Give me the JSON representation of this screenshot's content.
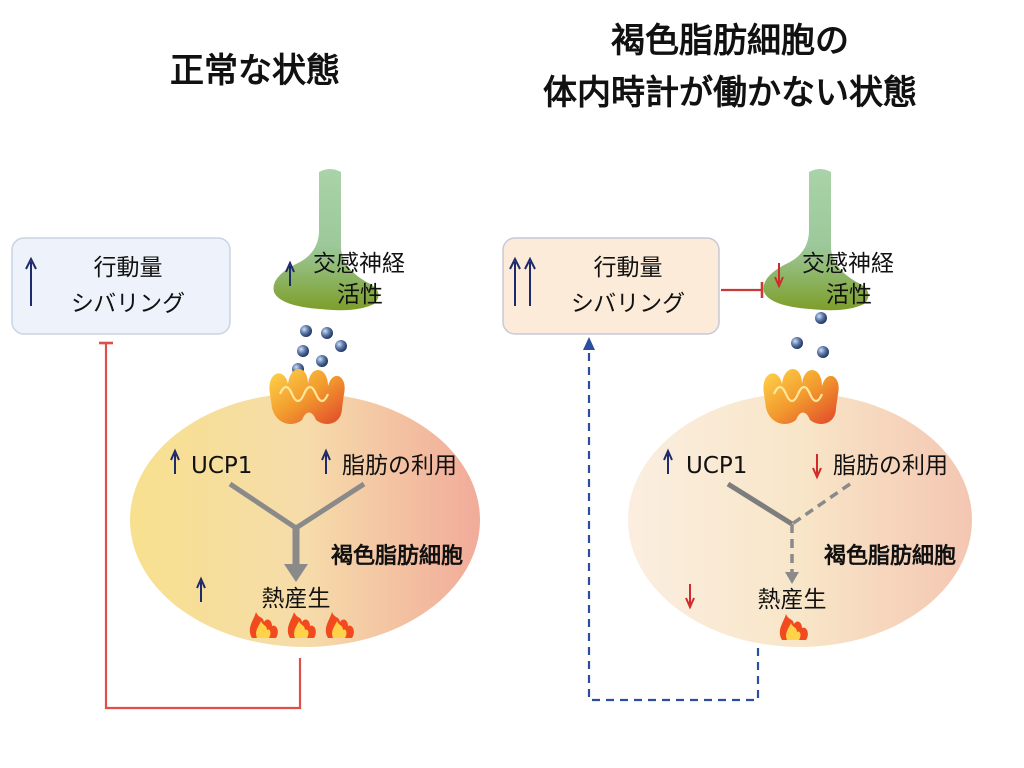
{
  "colors": {
    "up_arrow": "#1f2a6a",
    "down_arrow": "#d22a2a",
    "inhibit_line": "#e0504a",
    "dashed_feedback": "#2a4fa0",
    "normal_box_fill": "#eef3fb",
    "mutant_box_fill": "#fcebd8",
    "nerve_top": "#9cc89a",
    "nerve_bottom": "#8aa832",
    "cell_fill_left": "#f7e7a2",
    "cell_fill_right": "#f3b6a2",
    "pathway_line": "#8a8a8a"
  },
  "left_panel": {
    "title": "正常な状態",
    "box": {
      "line1": "行動量",
      "line2": "シバリング",
      "arrow_icon": "up-arrow"
    },
    "nerve": {
      "line1": "交感神経",
      "line2": "活性",
      "arrow_icon": "up-arrow"
    },
    "cell": {
      "ucp1": "UCP1",
      "ucp1_arrow_icon": "up-arrow",
      "fat_use": "脂肪の利用",
      "fat_use_arrow_icon": "up-arrow",
      "cell_name": "褐色脂肪細胞",
      "heat": "熱産生",
      "heat_arrow_icon": "up-arrow",
      "flame_count": 3
    }
  },
  "right_panel": {
    "title_line1": "褐色脂肪細胞の",
    "title_line2": "体内時計が働かない状態",
    "box": {
      "line1": "行動量",
      "line2": "シバリング",
      "arrow_icon": "double-up-arrow"
    },
    "nerve": {
      "line1": "交感神経",
      "line2": "活性",
      "arrow_icon": "down-arrow"
    },
    "cell": {
      "ucp1": "UCP1",
      "ucp1_arrow_icon": "up-arrow",
      "fat_use": "脂肪の利用",
      "fat_use_arrow_icon": "down-arrow",
      "cell_name": "褐色脂肪細胞",
      "heat": "熱産生",
      "heat_arrow_icon": "down-arrow",
      "flame_count": 1
    }
  }
}
